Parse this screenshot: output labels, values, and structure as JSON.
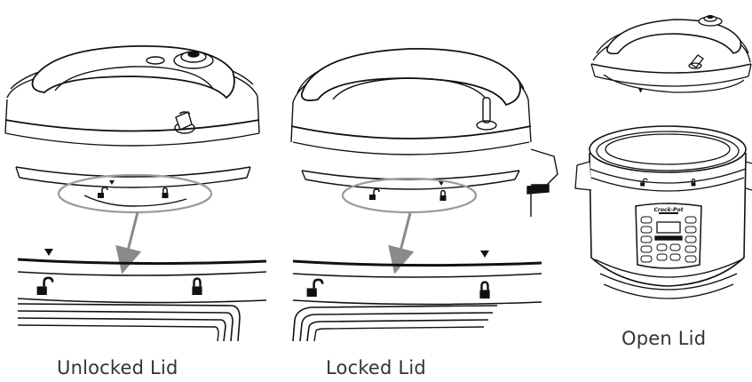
{
  "captions": {
    "unlocked": "Unlocked Lid",
    "locked": "Locked Lid",
    "open": "Open Lid"
  },
  "brand": {
    "logo_text": "Crock-Pot"
  },
  "colors": {
    "line": "#111111",
    "arrow": "#8a8a8a",
    "highlight_ellipse": "#9a9a9a",
    "caption_text": "#333333"
  },
  "icons": {
    "unlock": "padlock-open-icon",
    "lock": "padlock-closed-icon",
    "alignment": "triangle-down-marker"
  }
}
